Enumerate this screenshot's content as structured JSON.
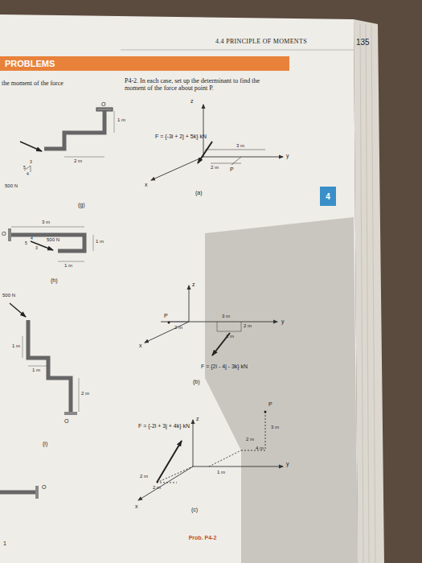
{
  "diagram": {
    "caption": "Prob. P4-2",
    "nodes": [
      {
        "text": [
          "PROBLEMS"
        ]
      },
      {
        "text": [
          "4"
        ]
      }
    ],
    "labels": [
      "4.4 PRINCIPLE OF MOMENTS",
      "135",
      "the moment of the force",
      "P4-2. In each case, set up the determinant to find the moment of the force about point P.",
      "O",
      "1 m",
      "2 m",
      "500 N",
      "5",
      "3",
      "4",
      "(g)",
      "z",
      "F = {-3i + 2j + 5k} kN",
      "3 m",
      "2 m",
      "P",
      "y",
      "x",
      "(a)",
      "3 m",
      "O",
      "500 N",
      "1 m",
      "1 m",
      "5",
      "4",
      "3",
      "(h)",
      "500 N",
      "1 m",
      "1 m",
      "2 m",
      "O",
      "(i)",
      "z",
      "P",
      "3 m",
      "2 m",
      "2 m",
      "1 m",
      "y",
      "x",
      "F = {2i - 4j - 3k} kN",
      "(b)",
      "z",
      "P",
      "F = {-2i + 3j + 4k} kN",
      "3 m",
      "2 m",
      "4 m",
      "1 m",
      "2 m",
      "2 m",
      "x",
      "y",
      "(c)",
      "O",
      "1"
    ]
  }
}
